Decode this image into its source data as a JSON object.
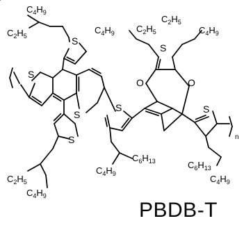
{
  "compound_name": "PBDB-T",
  "atoms": {
    "s": "S",
    "o": "O"
  },
  "repeat_subscript": "n",
  "groups": {
    "c4h9": {
      "base": "C",
      "sub1": "4",
      "mid": "H",
      "sub2": "9"
    },
    "c2h5": {
      "base": "C",
      "sub1": "2",
      "mid": "H",
      "sub2": "5"
    },
    "c6h13": {
      "base": "C",
      "sub1": "6",
      "mid": "H",
      "sub2": "13"
    }
  }
}
